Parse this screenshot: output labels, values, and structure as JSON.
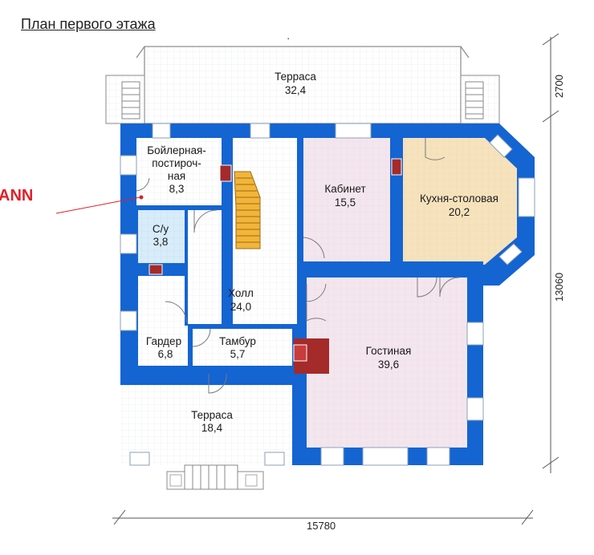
{
  "header": {
    "title": "План первого этажа"
  },
  "brand": {
    "text": "ANN",
    "color": "#e0202a"
  },
  "colors": {
    "wall": "#1464d2",
    "kitchen": "#f6e3bd",
    "cabinet": "#f4e6ee",
    "wc": "#d8ecfa",
    "stairs": "#f2b53a",
    "fireplace": "#a52a2a"
  },
  "rooms": {
    "terrace_top": {
      "name": "Терраса",
      "area": "32,4"
    },
    "boiler": {
      "name_1": "Бойлерная-",
      "name_2": "постироч-",
      "name_3": "ная",
      "area": "8,3"
    },
    "wc": {
      "name": "С/у",
      "area": "3,8"
    },
    "hall": {
      "name": "Холл",
      "area": "24,0"
    },
    "wardrobe": {
      "name": "Гардер",
      "area": "6,8"
    },
    "vestibule": {
      "name": "Тамбур",
      "area": "5,7"
    },
    "terrace_bottom": {
      "name": "Терраса",
      "area": "18,4"
    },
    "cabinet": {
      "name": "Кабинет",
      "area": "15,5"
    },
    "kitchen": {
      "name": "Кухня-столовая",
      "area": "20,2"
    },
    "living": {
      "name": "Гостиная",
      "area": "39,6"
    }
  },
  "dimensions": {
    "top_terrace": "2700",
    "height": "13060",
    "width": "15780"
  }
}
